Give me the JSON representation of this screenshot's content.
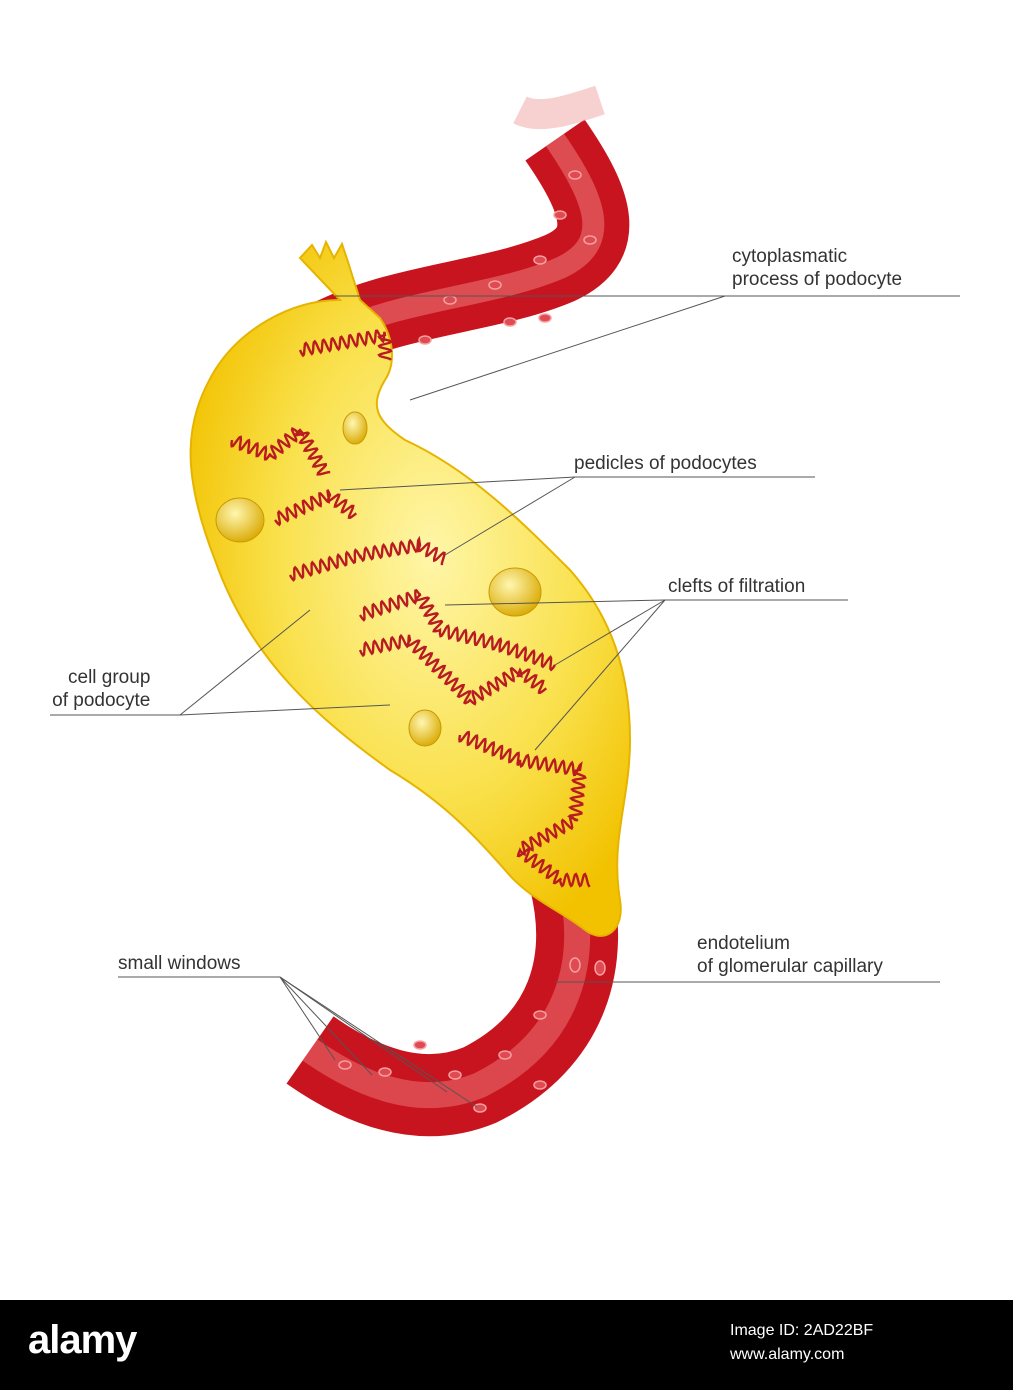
{
  "labels": {
    "cytoplasmatic_line1": "cytoplasmatic",
    "cytoplasmatic_line2": "process of podocyte",
    "pedicles": "pedicles of podocytes",
    "clefts": "clefts of filtration",
    "cell_group_line1": "cell group",
    "cell_group_line2": "of podocyte",
    "small_windows": "small windows",
    "endotelium_line1": "endotelium",
    "endotelium_line2": "of glomerular capillary"
  },
  "watermark": {
    "brand": "alamy",
    "image_id": "Image ID: 2AD22BF",
    "site": "www.alamy.com"
  },
  "colors": {
    "vessel_red": "#c8141e",
    "vessel_light": "#f08080",
    "podocyte_yellow": "#f6d10c",
    "podocyte_light": "#fff6a8",
    "pedicle_red": "#b81c22",
    "leader_line": "#555555",
    "footer_bg": "#000000"
  }
}
